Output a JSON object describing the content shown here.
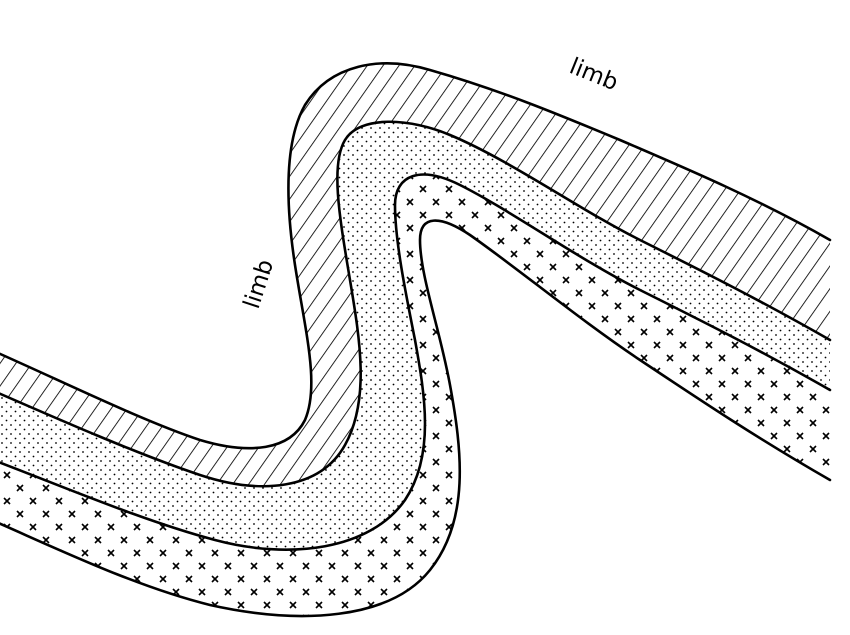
{
  "diagram": {
    "labels": {
      "upper_limb": "limb",
      "lower_limb": "limb"
    },
    "layers": [
      {
        "key": "hatched",
        "pattern": "hatched-lines"
      },
      {
        "key": "dotted",
        "pattern": "dots"
      },
      {
        "key": "crosses",
        "pattern": "crosses"
      }
    ],
    "colors": {
      "ink": "#000000",
      "paper": "#ffffff"
    }
  }
}
